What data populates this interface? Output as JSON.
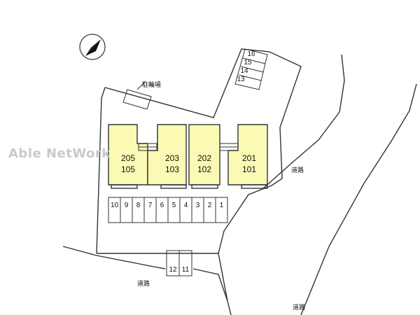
{
  "watermark": "Able NetWork",
  "bicycle_parking_label": "駐輪場",
  "road_labels": [
    "道路",
    "道路"
  ],
  "buildings": [
    {
      "upper": "205",
      "lower": "105"
    },
    {
      "upper": "203",
      "lower": "103"
    },
    {
      "upper": "202",
      "lower": "102"
    },
    {
      "upper": "201",
      "lower": "101"
    }
  ],
  "parking_row": [
    "10",
    "9",
    "8",
    "7",
    "6",
    "5",
    "4",
    "3",
    "2",
    "1"
  ],
  "parking_bottom": [
    "12",
    "11"
  ],
  "parking_top": [
    "16",
    "15",
    "14",
    "13"
  ],
  "north_arrow": "north-arrow-icon",
  "colors": {
    "building_fill": "#fafab4",
    "line": "#333333",
    "watermark": "#c9c9c9"
  }
}
